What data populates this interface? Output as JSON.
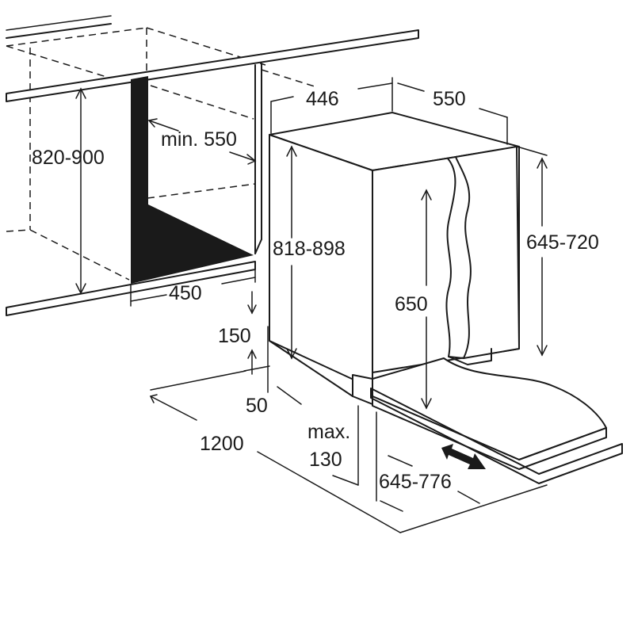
{
  "dimensions": {
    "niche_height": "820-900",
    "min_depth": "min. 550",
    "niche_width": "450",
    "appliance_width": "446",
    "appliance_depth": "550",
    "appliance_height": "818-898",
    "door_height": "650",
    "door_panel_height": "645-720",
    "plinth_height": "150",
    "plinth_gap": "50",
    "door_opening_depth": "1200",
    "max_label": "max.",
    "max_value": "130",
    "door_travel": "645-776"
  },
  "icons": {
    "sliding_arrow": "double-arrow-icon"
  },
  "colors": {
    "line": "#1a1a1a",
    "background": "#ffffff"
  }
}
